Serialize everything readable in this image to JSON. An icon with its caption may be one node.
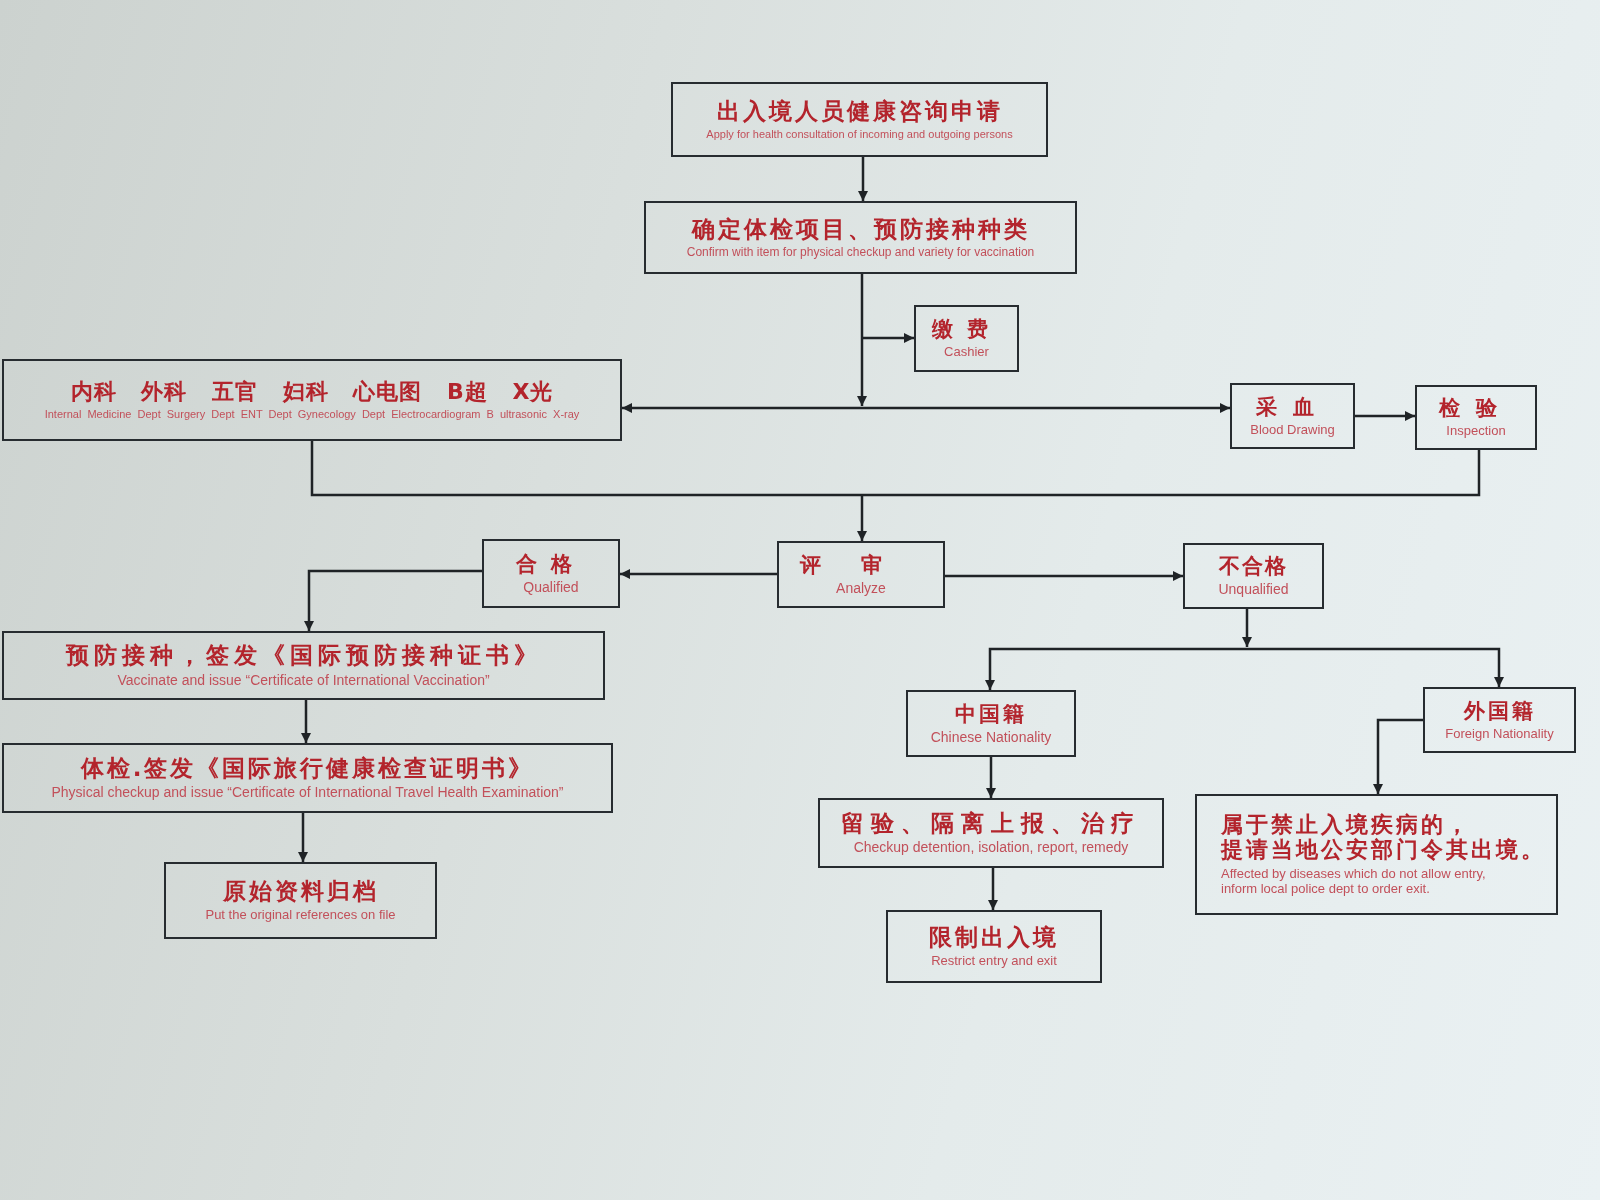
{
  "diagram": {
    "nodes": [
      {
        "text": [
          "出入境人员健康咨询申请",
          "Apply for health consultation of incoming and outgoing persons"
        ]
      },
      {
        "text": [
          "确定体检项目、预防接种种类",
          "Confirm with item for physical checkup and variety for vaccination"
        ]
      },
      {
        "text": [
          "缴费",
          "Cashier"
        ]
      },
      {
        "text": [
          "内科 外科 五官 妇科 心电图 B超 X光",
          "Internal Medicine Dept Surgery Dept ENT Dept Gynecology Dept Electrocardiogram B ultrasonic X-ray"
        ]
      },
      {
        "text": [
          "采血",
          "Blood Drawing"
        ]
      },
      {
        "text": [
          "检验",
          "Inspection"
        ]
      },
      {
        "text": [
          "合格",
          "Qualified"
        ]
      },
      {
        "text": [
          "评审",
          "Analyze"
        ]
      },
      {
        "text": [
          "不合格",
          "Unqualified"
        ]
      },
      {
        "text": [
          "预防接种，签发《国际预防接种证书》",
          "Vaccinate and issue “Certificate of International Vaccination”"
        ]
      },
      {
        "text": [
          "体检.签发《国际旅行健康检查证明书》",
          "Physical checkup and issue “Certificate of International Travel Health Examination”"
        ]
      },
      {
        "text": [
          "原始资料归档",
          "Put the original references on file"
        ]
      },
      {
        "text": [
          "中国籍",
          "Chinese Nationality"
        ]
      },
      {
        "text": [
          "外国籍",
          "Foreign Nationality"
        ]
      },
      {
        "text": [
          "留验、隔离上报、治疗",
          "Checkup detention, isolation, report, remedy"
        ]
      },
      {
        "text": [
          "限制出入境",
          "Restrict entry and exit"
        ]
      },
      {
        "text": [
          "属于禁止入境疾病的，提请当地公安部门令其出境。",
          "Affected by diseases which do not allow entry, inform local police dept to order exit."
        ]
      }
    ],
    "edges": [
      {
        "from": 0,
        "to": 1,
        "arrow": "to"
      },
      {
        "from": 1,
        "to": 2,
        "arrow": "to"
      },
      {
        "from": 1,
        "to": 3,
        "arrow": "to"
      },
      {
        "from": 1,
        "to": 4,
        "arrow": "to"
      },
      {
        "from": 4,
        "to": 5,
        "arrow": "to"
      },
      {
        "from": 3,
        "to": 7,
        "arrow": "to"
      },
      {
        "from": 5,
        "to": 7,
        "arrow": "to"
      },
      {
        "from": 7,
        "to": 6,
        "arrow": "to"
      },
      {
        "from": 7,
        "to": 8,
        "arrow": "to"
      },
      {
        "from": 6,
        "to": 9,
        "arrow": "to"
      },
      {
        "from": 9,
        "to": 10,
        "arrow": "to"
      },
      {
        "from": 10,
        "to": 11,
        "arrow": "to"
      },
      {
        "from": 8,
        "to": 12,
        "arrow": "to"
      },
      {
        "from": 8,
        "to": 13,
        "arrow": "to"
      },
      {
        "from": 12,
        "to": 14,
        "arrow": "to"
      },
      {
        "from": 14,
        "to": 15,
        "arrow": "to"
      },
      {
        "from": 13,
        "to": 16,
        "arrow": "to"
      }
    ]
  }
}
